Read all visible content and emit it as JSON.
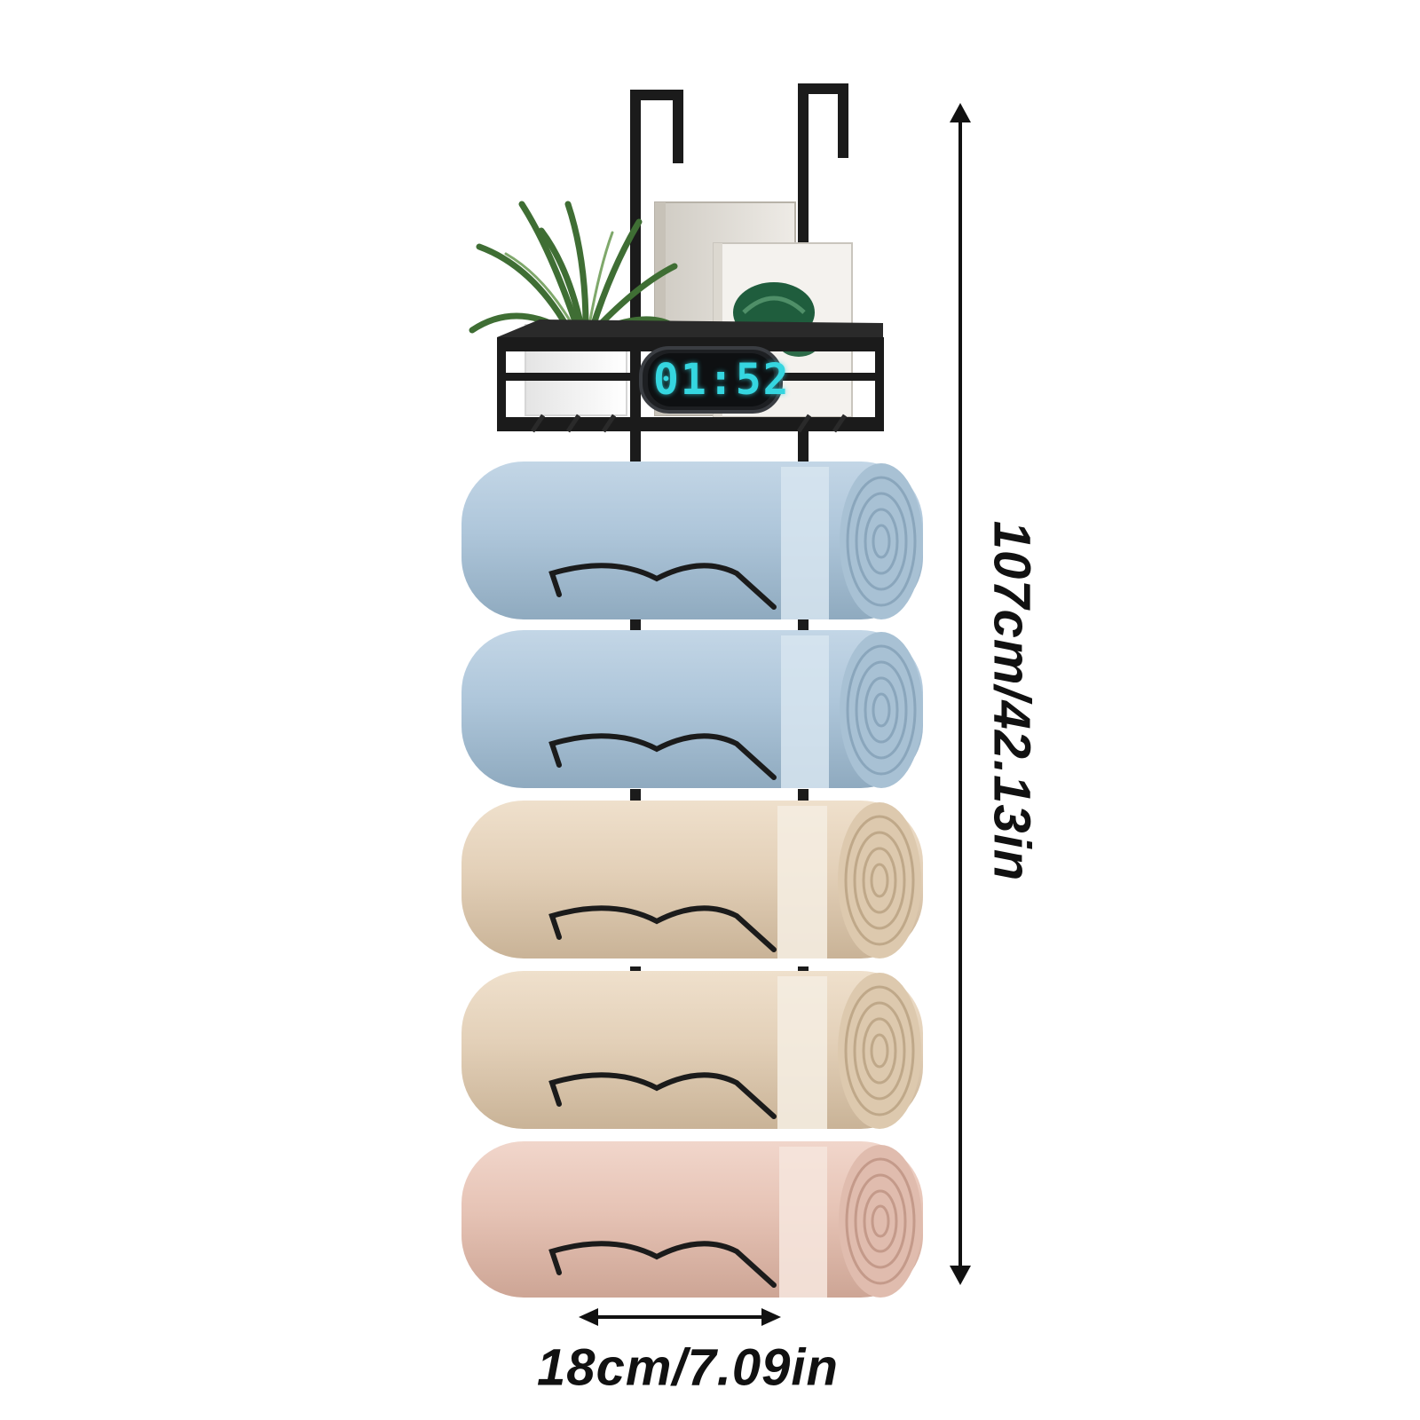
{
  "product_photo": {
    "clock_display": "01:52",
    "towel_colors": [
      "#aec6da",
      "#aec6da",
      "#e8d6bf",
      "#e8d6bf",
      "#ebc9bc"
    ],
    "rack_color": "#1b1b1b",
    "icons": [
      "towel-rack",
      "storage-basket",
      "plant",
      "books",
      "digital-clock",
      "rolled-towel",
      "dimension-arrow"
    ]
  },
  "dimensions": {
    "height_label": "107cm/42.13in",
    "width_label": "18cm/7.09in"
  }
}
